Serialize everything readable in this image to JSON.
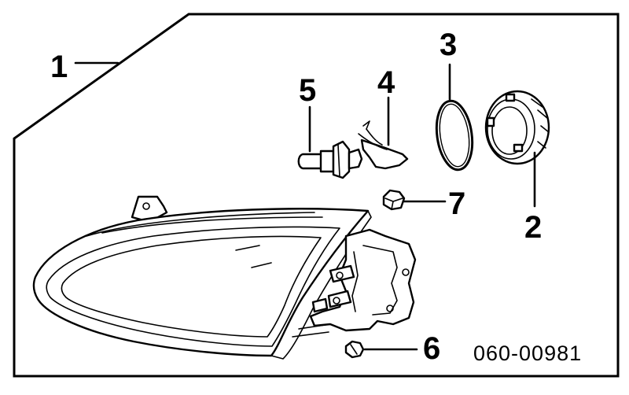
{
  "diagram": {
    "part_number": "060-00981",
    "callouts": [
      {
        "id": "1",
        "label": "1"
      },
      {
        "id": "2",
        "label": "2"
      },
      {
        "id": "3",
        "label": "3"
      },
      {
        "id": "4",
        "label": "4"
      },
      {
        "id": "5",
        "label": "5"
      },
      {
        "id": "6",
        "label": "6"
      },
      {
        "id": "7",
        "label": "7"
      }
    ]
  }
}
